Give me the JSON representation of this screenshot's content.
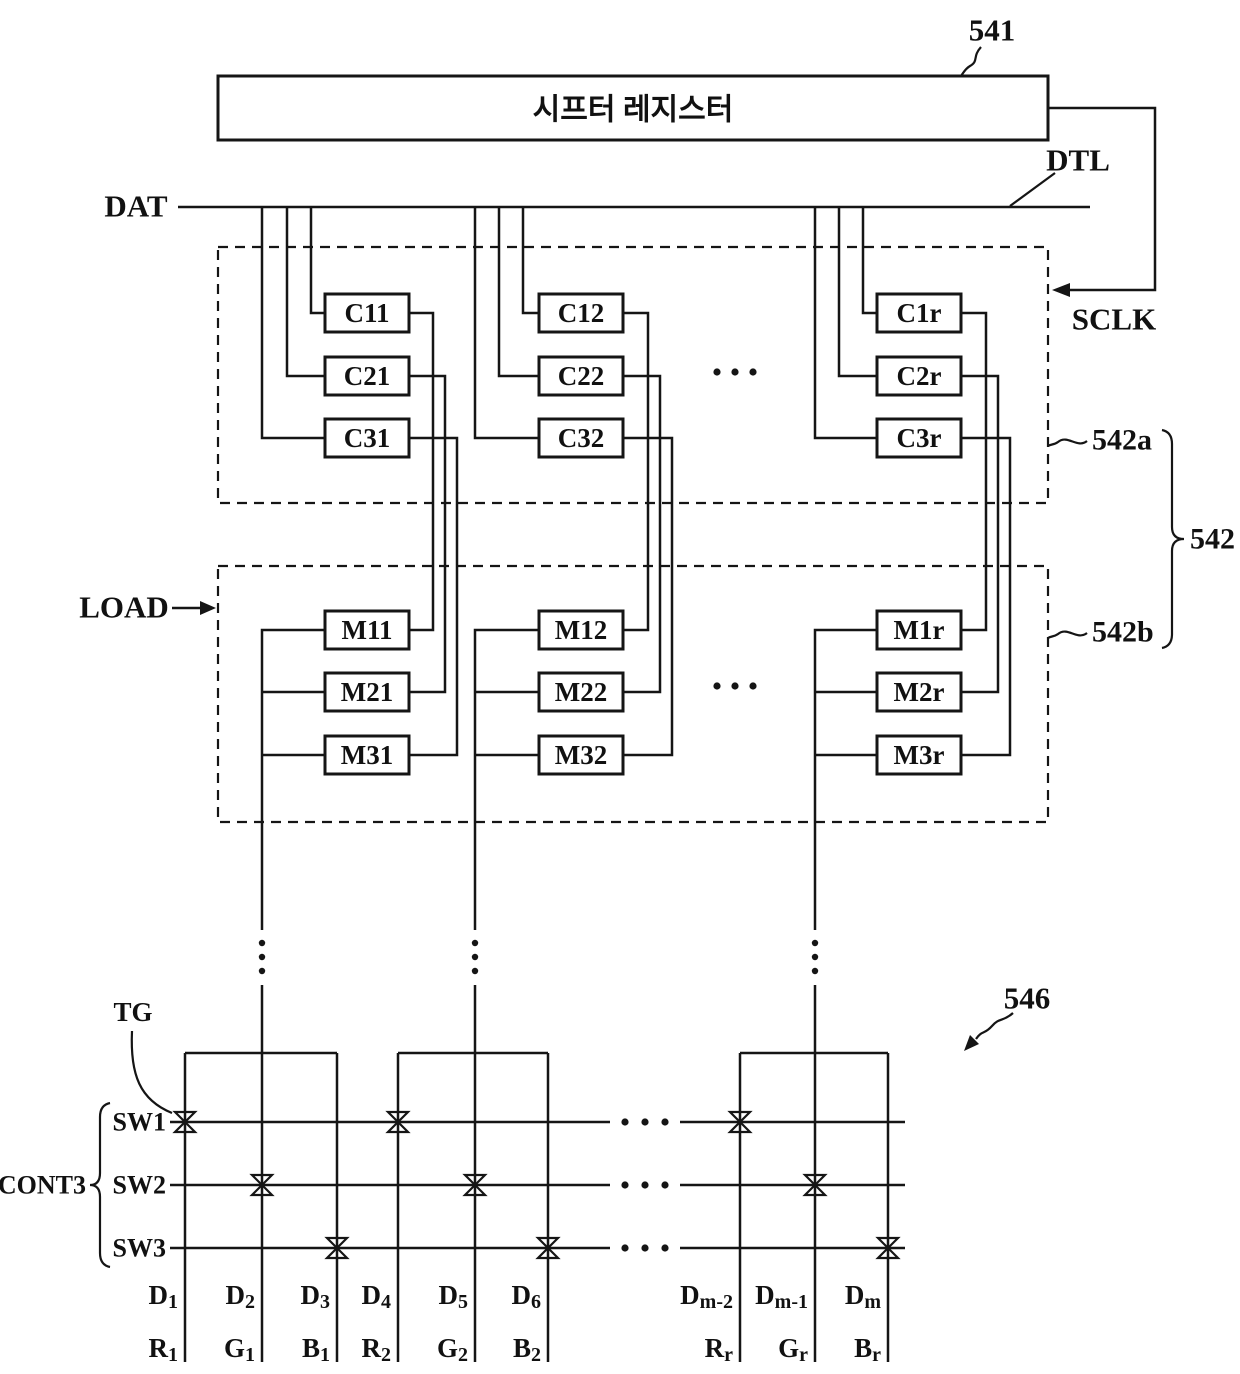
{
  "colors": {
    "ink": "#151515",
    "background": "#ffffff"
  },
  "shift_register": {
    "label": "시프터  레지스터",
    "ref": "541"
  },
  "signals": {
    "dat": "DAT",
    "dtl": "DTL",
    "sclk": "SCLK",
    "load": "LOAD",
    "tg": "TG",
    "cont3": "CONT3"
  },
  "refs": {
    "latch_block": "542",
    "sampling_latch": "542a",
    "holding_latch": "542b",
    "demux": "546"
  },
  "latches": {
    "c": [
      "C11",
      "C21",
      "C31",
      "C12",
      "C22",
      "C32",
      "C1r",
      "C2r",
      "C3r"
    ],
    "m": [
      "M11",
      "M21",
      "M31",
      "M12",
      "M22",
      "M32",
      "M1r",
      "M2r",
      "M3r"
    ]
  },
  "switch_rows": [
    "SW1",
    "SW2",
    "SW3"
  ],
  "bottom": {
    "d_labels": [
      {
        "base": "D",
        "sub": "1"
      },
      {
        "base": "D",
        "sub": "2"
      },
      {
        "base": "D",
        "sub": "3"
      },
      {
        "base": "D",
        "sub": "4"
      },
      {
        "base": "D",
        "sub": "5"
      },
      {
        "base": "D",
        "sub": "6"
      },
      {
        "base": "D",
        "sub": "m-2"
      },
      {
        "base": "D",
        "sub": "m-1"
      },
      {
        "base": "D",
        "sub": "m"
      }
    ],
    "rgb_labels": [
      {
        "base": "R",
        "sub": "1"
      },
      {
        "base": "G",
        "sub": "1"
      },
      {
        "base": "B",
        "sub": "1"
      },
      {
        "base": "R",
        "sub": "2"
      },
      {
        "base": "G",
        "sub": "2"
      },
      {
        "base": "B",
        "sub": "2"
      },
      {
        "base": "R",
        "sub": "r"
      },
      {
        "base": "G",
        "sub": "r"
      },
      {
        "base": "B",
        "sub": "r"
      }
    ]
  }
}
